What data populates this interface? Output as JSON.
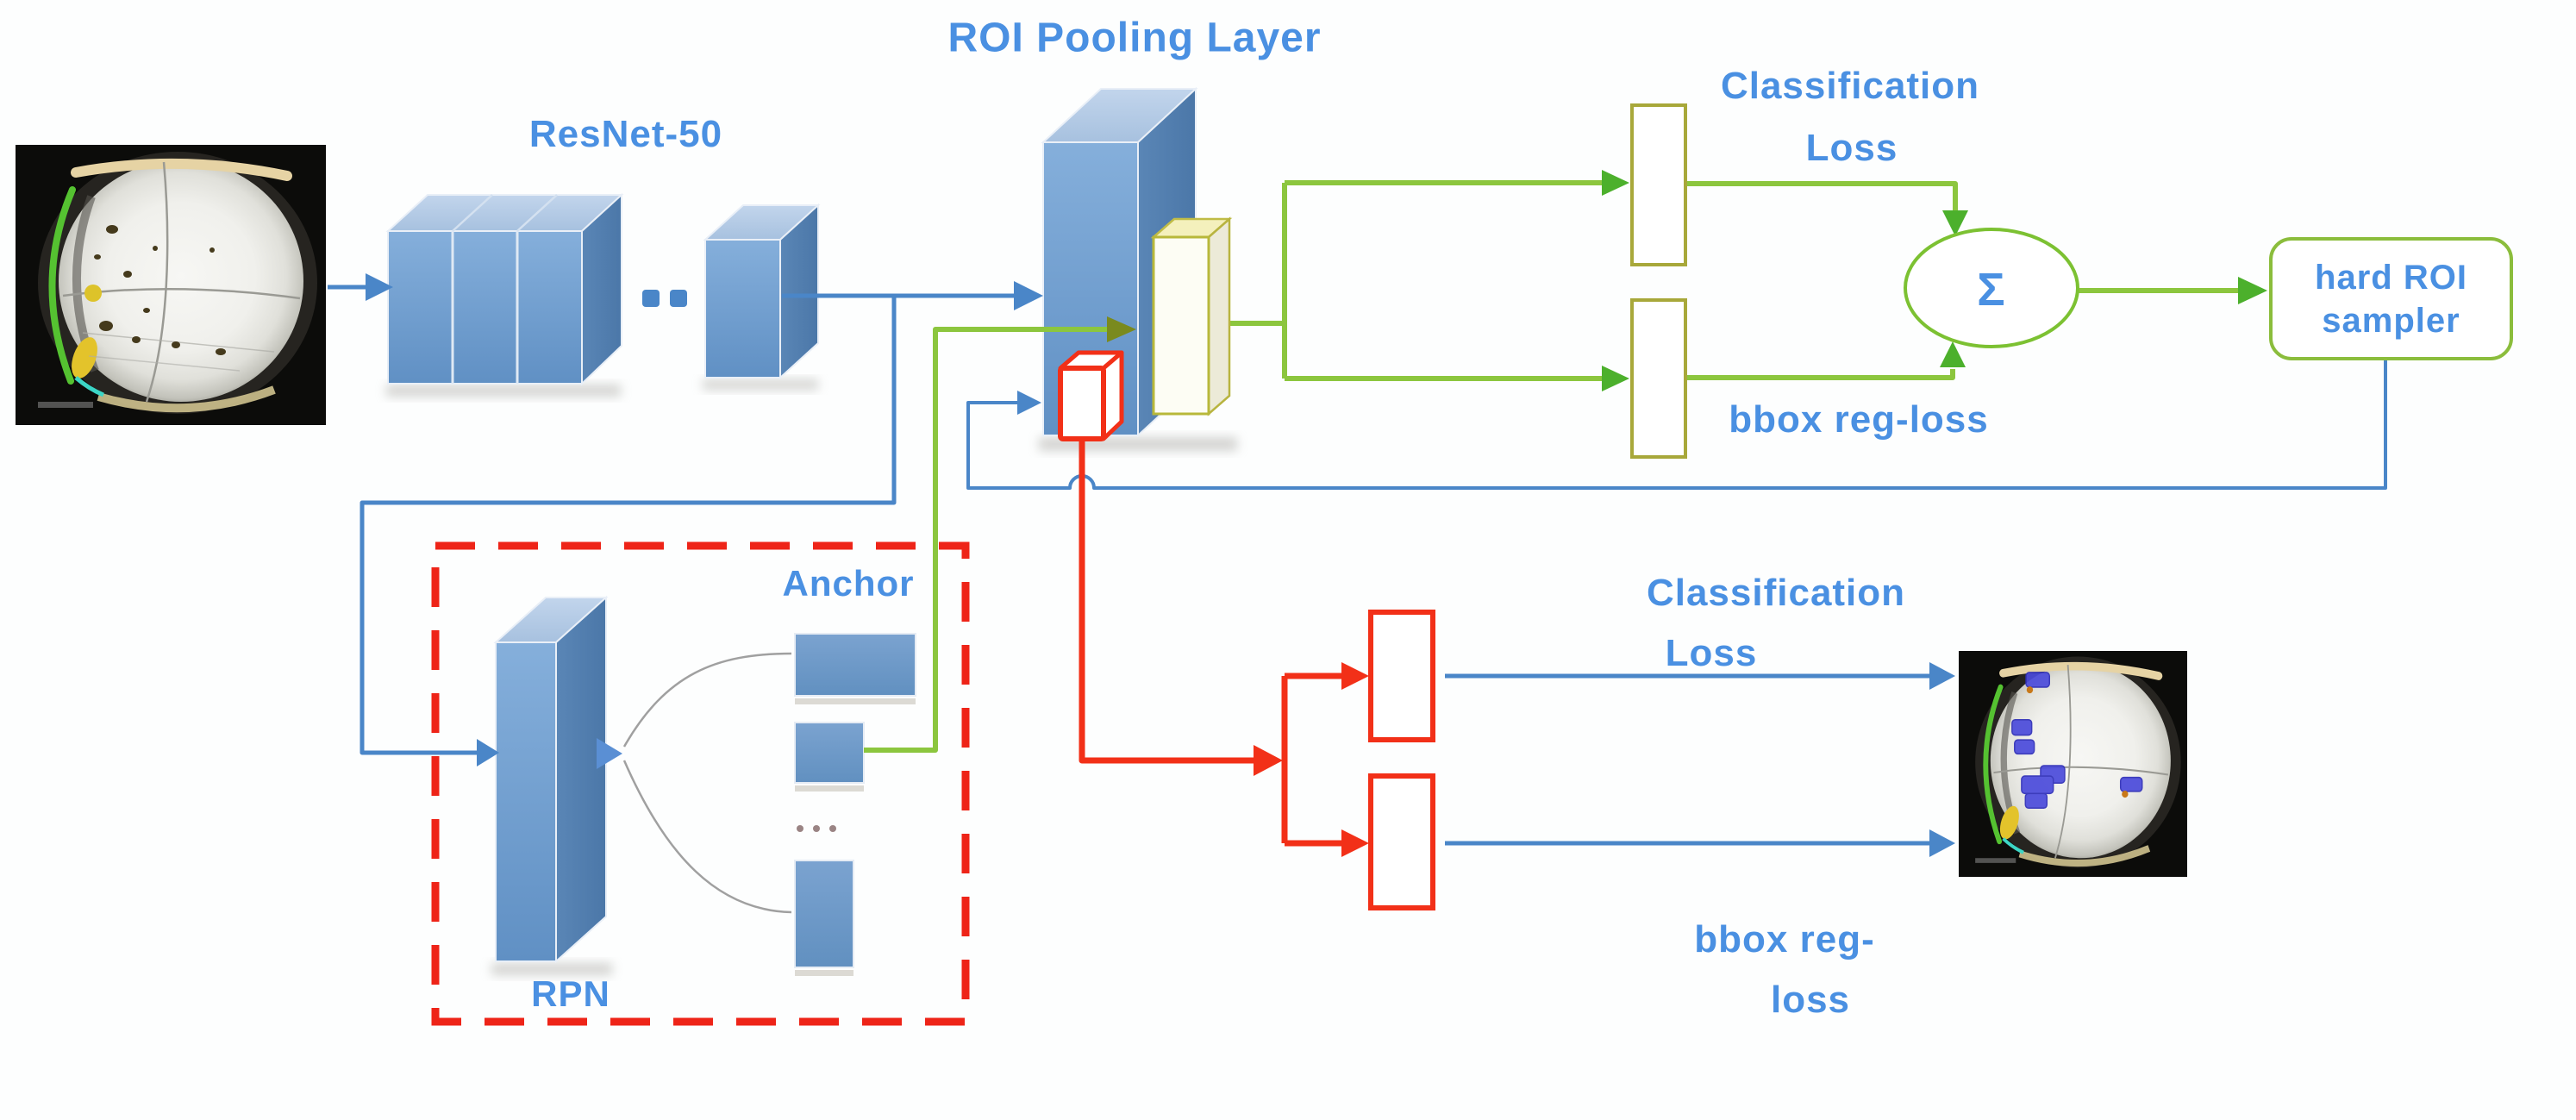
{
  "labels": {
    "resnet": "ResNet-50",
    "roi_pooling_layer": "ROI Pooling Layer",
    "rpn": "RPN",
    "anchor": "Anchor",
    "sigma": "Σ",
    "hard_roi_sampler_line1": "hard ROI",
    "hard_roi_sampler_line2": "sampler",
    "top_classification_line1": "Classification",
    "top_classification_line2": "Loss",
    "top_bbox_reg_loss": "bbox reg-loss",
    "bottom_classification_line1": "Classification",
    "bottom_classification_line2": "Loss",
    "bottom_bbox_reg_line1": "bbox reg-",
    "bottom_bbox_reg_line2": "loss"
  },
  "colors": {
    "label_text": "#4a90e2",
    "line_blue": "#4a86c8",
    "line_green": "#8cc63e",
    "green_arrow": "#4cb02c",
    "olive_arrow": "#7a8a1e",
    "line_red": "#f23018",
    "dashed_box_red": "#ee2418",
    "block_blue_front": "#6b9ace",
    "olive_box_border": "#a8a83a",
    "sampler_border": "#8bbd3c",
    "detection_box_purple": "#4b4bdb"
  }
}
